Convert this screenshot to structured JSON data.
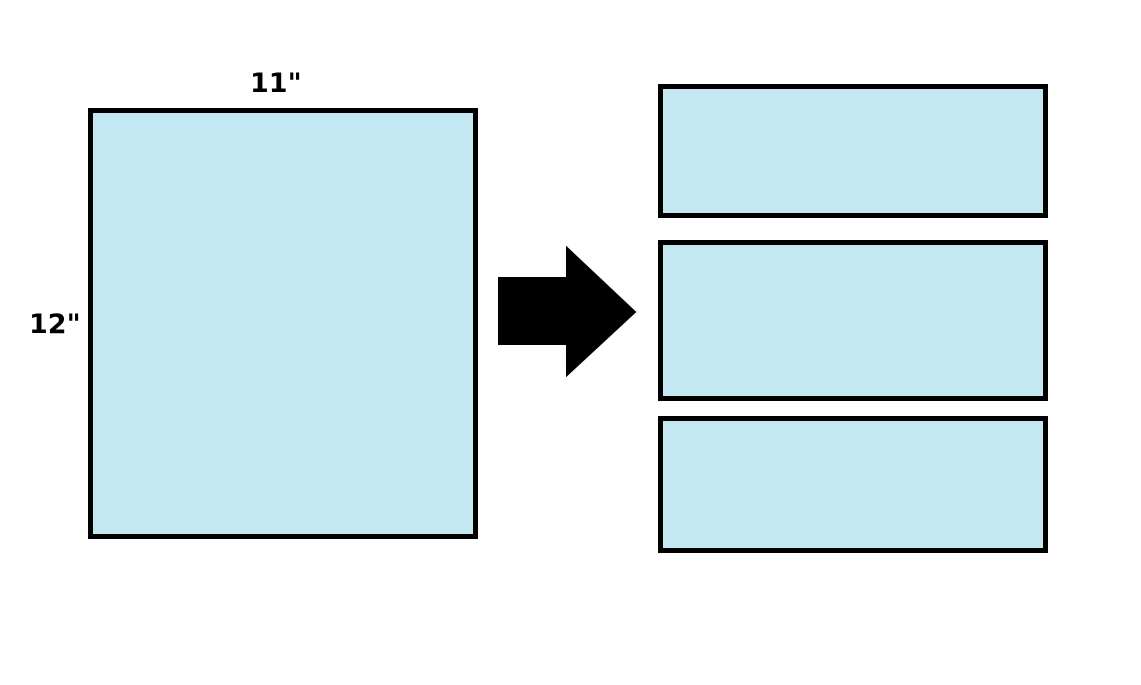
{
  "diagram": {
    "labels": {
      "width": "11\"",
      "height": "12\""
    },
    "colors": {
      "fill": "#c4e8f1",
      "stroke": "#000000",
      "arrow": "#000000",
      "background": "#ffffff"
    },
    "pieces_count": 3
  }
}
